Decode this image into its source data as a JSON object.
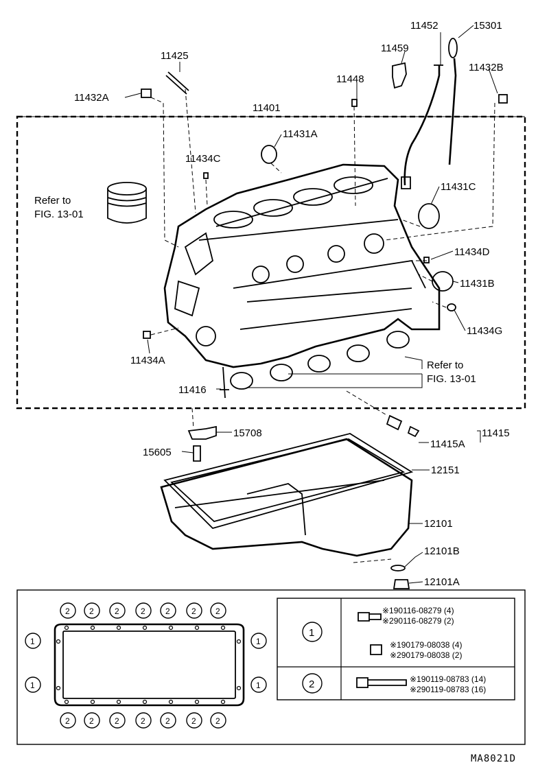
{
  "labels": {
    "p11452": "11452",
    "p15301": "15301",
    "p11459": "11459",
    "p11425": "11425",
    "p11432B": "11432B",
    "p11448": "11448",
    "p11432A": "11432A",
    "p11401": "11401",
    "p11431A": "11431A",
    "p11434C": "11434C",
    "refer_top_line1": "Refer to",
    "refer_top_line2": "FIG. 13-01",
    "p11431C": "11431C",
    "p11434D": "11434D",
    "p11431B": "11431B",
    "p11434G": "11434G",
    "p11434A": "11434A",
    "refer_mid_line1": "Refer to",
    "refer_mid_line2": "FIG. 13-01",
    "p11416": "11416",
    "p15708": "15708",
    "p11415": "11415",
    "p11415A": "11415A",
    "p15605": "15605",
    "p12151": "12151",
    "p12101": "12101",
    "p12101B": "12101B",
    "p12101A": "12101A"
  },
  "legend": {
    "row1_symbol": "1",
    "row2_symbol": "2",
    "row1_bolt_a": "※190116-08279 (4)",
    "row1_bolt_b": "※290116-08279 (2)",
    "row1_nut_a": "※190179-08038 (4)",
    "row1_nut_b": "※290179-08038 (2)",
    "row2_bolt_a": "※190119-08783 (14)",
    "row2_bolt_b": "※290119-08783 (16)"
  },
  "gasket_marks": {
    "top_symbol": "2",
    "bottom_symbol": "2",
    "side_symbol": "1"
  },
  "figure_code": "MA8021D"
}
